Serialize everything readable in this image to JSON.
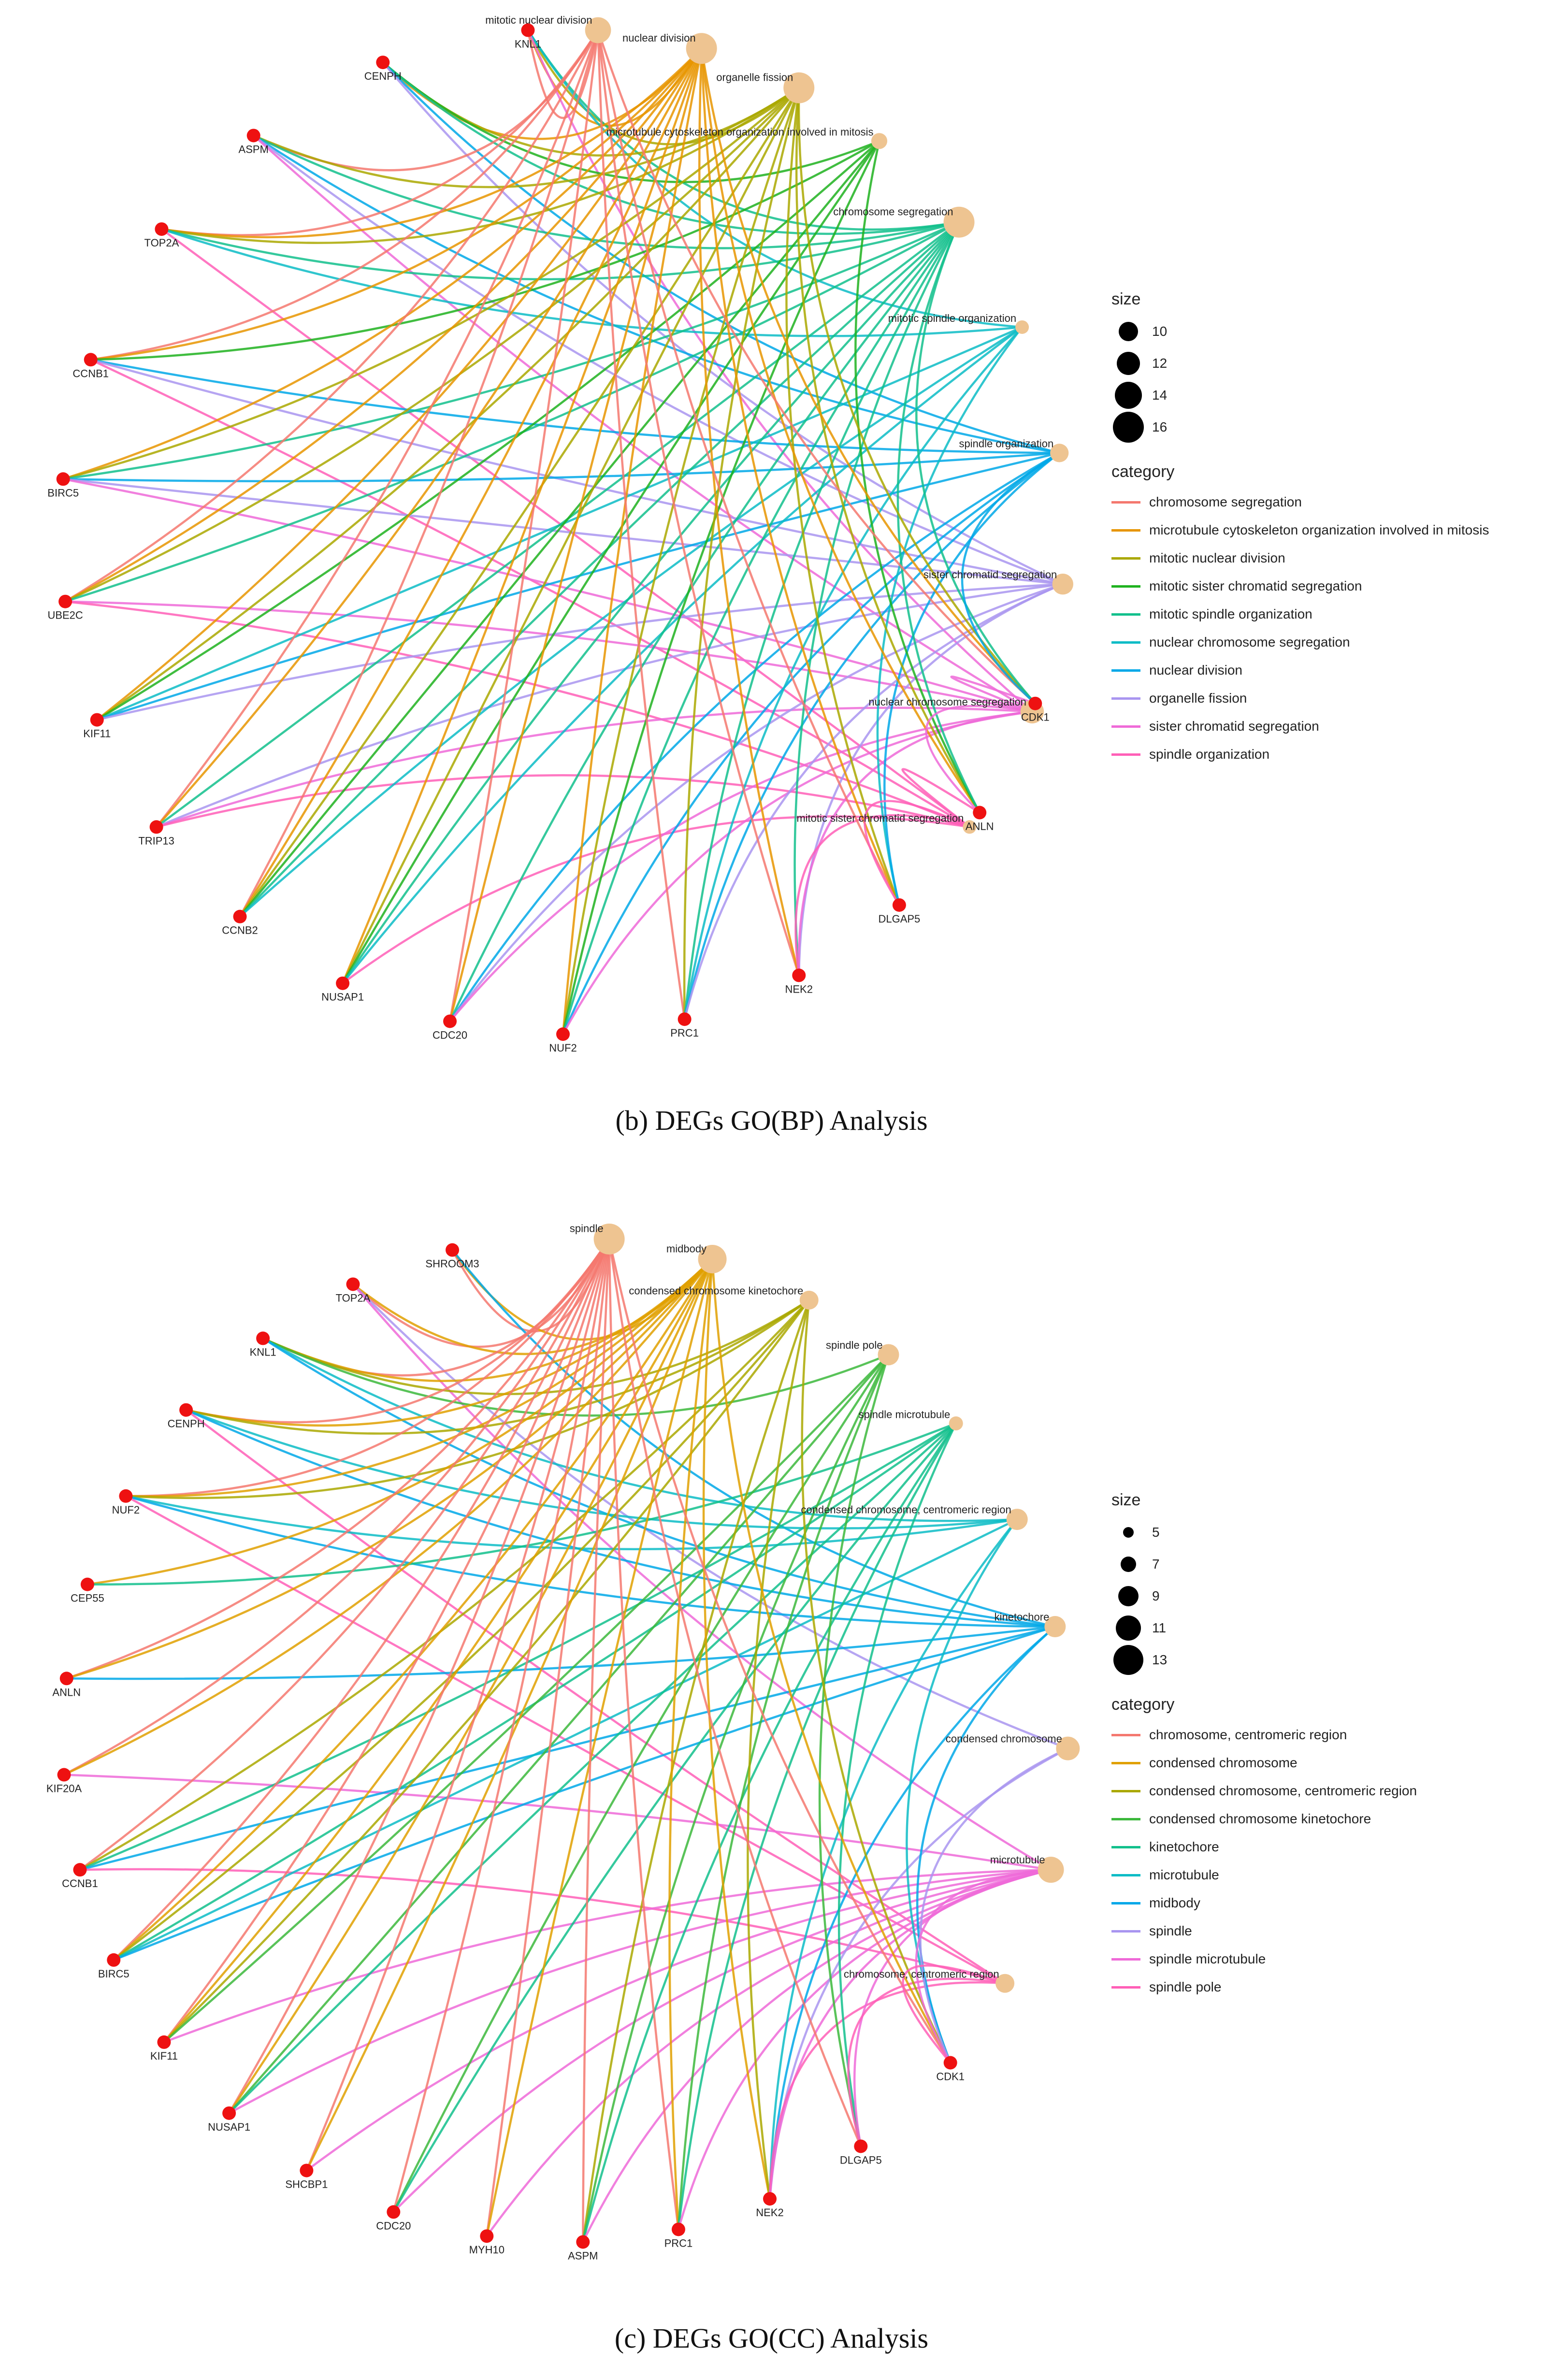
{
  "colors": {
    "gene_node": "#ee1111",
    "term_node": "#eec491",
    "edge_opacity": 0.85
  },
  "bp": {
    "caption": "(b) DEGs GO(BP) Analysis",
    "size_legend": {
      "title": "size",
      "values": [
        10,
        12,
        14,
        16
      ]
    },
    "category_legend": {
      "title": "category",
      "items": [
        {
          "label": "chromosome segregation",
          "color": "#f4786f"
        },
        {
          "label": "microtubule cytoskeleton organization involved in mitosis",
          "color": "#e79500"
        },
        {
          "label": "mitotic nuclear division",
          "color": "#aaa800"
        },
        {
          "label": "mitotic sister chromatid segregation",
          "color": "#1fb21f"
        },
        {
          "label": "mitotic spindle organization",
          "color": "#12c08c"
        },
        {
          "label": "nuclear chromosome segregation",
          "color": "#0cbcc6"
        },
        {
          "label": "nuclear division",
          "color": "#00a8e8"
        },
        {
          "label": "organelle fission",
          "color": "#a995f0"
        },
        {
          "label": "sister chromatid segregation",
          "color": "#ef6ad8"
        },
        {
          "label": "spindle organization",
          "color": "#ff5fb7"
        }
      ]
    },
    "genes": [
      "KNL1",
      "CENPH",
      "ASPM",
      "TOP2A",
      "CCNB1",
      "BIRC5",
      "UBE2C",
      "KIF11",
      "TRIP13",
      "CCNB2",
      "NUSAP1",
      "CDC20",
      "NUF2",
      "PRC1",
      "NEK2",
      "DLGAP5",
      "ANLN",
      "CDK1"
    ],
    "terms": [
      {
        "label": "mitotic nuclear division",
        "size": 14
      },
      {
        "label": "nuclear division",
        "size": 16
      },
      {
        "label": "organelle fission",
        "size": 16
      },
      {
        "label": "microtubule cytoskeleton organization involved in mitosis",
        "size": 10
      },
      {
        "label": "chromosome segregation",
        "size": 16
      },
      {
        "label": "mitotic spindle organization",
        "size": 9
      },
      {
        "label": "spindle organization",
        "size": 11
      },
      {
        "label": "sister chromatid segregation",
        "size": 12
      },
      {
        "label": "nuclear chromosome segregation",
        "size": 13
      },
      {
        "label": "mitotic sister chromatid segregation",
        "size": 9
      }
    ]
  },
  "cc": {
    "caption": "(c) DEGs GO(CC) Analysis",
    "size_legend": {
      "title": "size",
      "values": [
        5,
        7,
        9,
        11,
        13
      ]
    },
    "category_legend": {
      "title": "category",
      "items": [
        {
          "label": "chromosome, centromeric region",
          "color": "#f4786f"
        },
        {
          "label": "condensed chromosome",
          "color": "#e0a000"
        },
        {
          "label": "condensed chromosome, centromeric region",
          "color": "#aaa800"
        },
        {
          "label": "condensed chromosome kinetochore",
          "color": "#3cb83c"
        },
        {
          "label": "kinetochore",
          "color": "#12c08c"
        },
        {
          "label": "microtubule",
          "color": "#0cbcc6"
        },
        {
          "label": "midbody",
          "color": "#00a8e8"
        },
        {
          "label": "spindle",
          "color": "#a995f0"
        },
        {
          "label": "spindle microtubule",
          "color": "#ef6ad8"
        },
        {
          "label": "spindle pole",
          "color": "#ff5fb7"
        }
      ]
    },
    "genes": [
      "SHROOM3",
      "TOP2A",
      "KNL1",
      "CENPH",
      "NUF2",
      "CEP55",
      "ANLN",
      "KIF20A",
      "CCNB1",
      "BIRC5",
      "KIF11",
      "NUSAP1",
      "SHCBP1",
      "CDC20",
      "MYH10",
      "ASPM",
      "PRC1",
      "NEK2",
      "DLGAP5",
      "CDK1"
    ],
    "terms": [
      {
        "label": "spindle",
        "size": 13
      },
      {
        "label": "midbody",
        "size": 12
      },
      {
        "label": "condensed chromosome kinetochore",
        "size": 8
      },
      {
        "label": "spindle pole",
        "size": 9
      },
      {
        "label": "spindle microtubule",
        "size": 6
      },
      {
        "label": "condensed chromosome, centromeric region",
        "size": 9
      },
      {
        "label": "kinetochore",
        "size": 9
      },
      {
        "label": "condensed chromosome",
        "size": 10
      },
      {
        "label": "microtubule",
        "size": 11
      },
      {
        "label": "chromosome, centromeric region",
        "size": 8
      }
    ]
  }
}
